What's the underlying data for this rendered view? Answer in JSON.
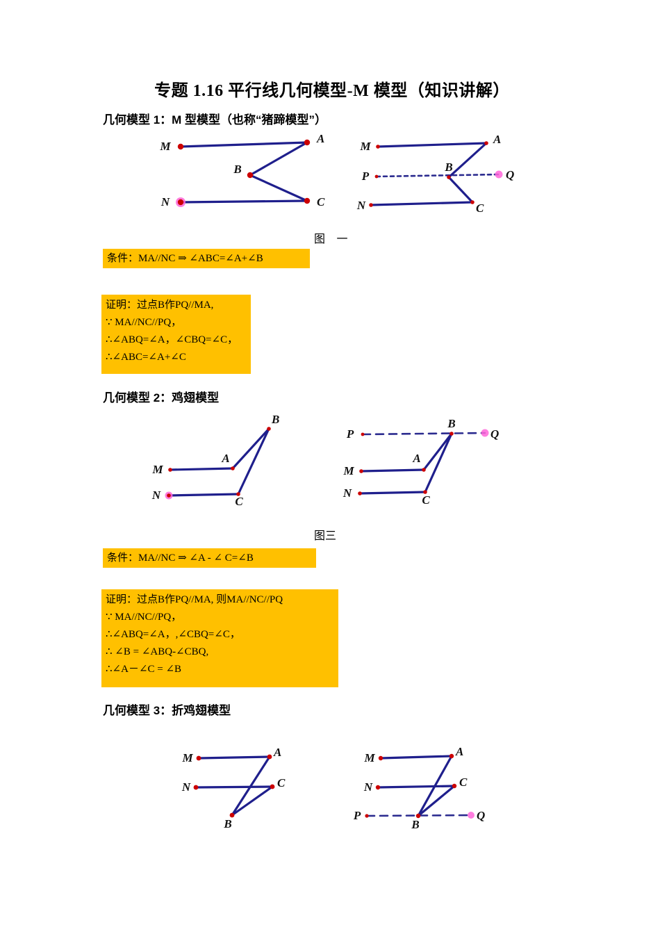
{
  "document": {
    "title": "专题 1.16  平行线几何模型-M 模型（知识讲解）"
  },
  "sections": [
    {
      "heading": "几何模型 1：M 型模型（也称“猪蹄模型”）",
      "figure_caption": "图 一",
      "condition_box": {
        "lines": [
          "条件：MA//NC ⇒ ∠ABC=∠A+∠B"
        ]
      },
      "proof_box": {
        "lines": [
          "证明：过点B作PQ//MA,",
          "∵ MA//NC//PQ，",
          "∴∠ABQ=∠A，∠CBQ=∠C，",
          "∴∠ABC=∠A+∠C"
        ]
      },
      "figures": [
        {
          "name": "m-model-plain",
          "points": [
            "M",
            "A",
            "B",
            "C",
            "N"
          ],
          "has_auxiliary_line": false
        },
        {
          "name": "m-model-with-pq",
          "points": [
            "M",
            "A",
            "B",
            "C",
            "N",
            "P",
            "Q"
          ],
          "has_auxiliary_line": true,
          "auxiliary_line": "PQ"
        }
      ]
    },
    {
      "heading": "几何模型 2：鸡翅模型",
      "figure_caption": "图三",
      "condition_box": {
        "lines": [
          "条件：MA//NC ⇒ ∠A - ∠ C=∠B"
        ]
      },
      "proof_box": {
        "lines": [
          "证明：过点B作PQ//MA, 则MA//NC//PQ",
          "∵ MA//NC//PQ，",
          "∴∠ABQ=∠A，,∠CBQ=∠C，",
          "∴ ∠B = ∠ABQ-∠CBQ,",
          "∴∠A－∠C = ∠B"
        ]
      },
      "figures": [
        {
          "name": "wing-model-plain",
          "points": [
            "M",
            "A",
            "B",
            "C",
            "N"
          ],
          "has_auxiliary_line": false
        },
        {
          "name": "wing-model-with-pq",
          "points": [
            "M",
            "A",
            "B",
            "C",
            "N",
            "P",
            "Q"
          ],
          "has_auxiliary_line": true,
          "auxiliary_line": "PQ"
        }
      ]
    },
    {
      "heading": "几何模型 3：折鸡翅模型",
      "figures": [
        {
          "name": "folded-wing-model-plain",
          "points": [
            "M",
            "A",
            "N",
            "C",
            "B"
          ],
          "has_auxiliary_line": false
        },
        {
          "name": "folded-wing-model-with-pq",
          "points": [
            "M",
            "A",
            "N",
            "C",
            "B",
            "P",
            "Q"
          ],
          "has_auxiliary_line": true,
          "auxiliary_line": "PQ"
        }
      ]
    }
  ],
  "labels": {
    "M": "M",
    "A": "A",
    "B": "B",
    "C": "C",
    "N": "N",
    "P": "P",
    "Q": "Q"
  },
  "colors": {
    "highlight": "#FFC000",
    "line": "#1F1F8C",
    "point": "#CC0000",
    "point_halo": "#FF66D9",
    "text": "#000000",
    "background": "#FFFFFF"
  }
}
